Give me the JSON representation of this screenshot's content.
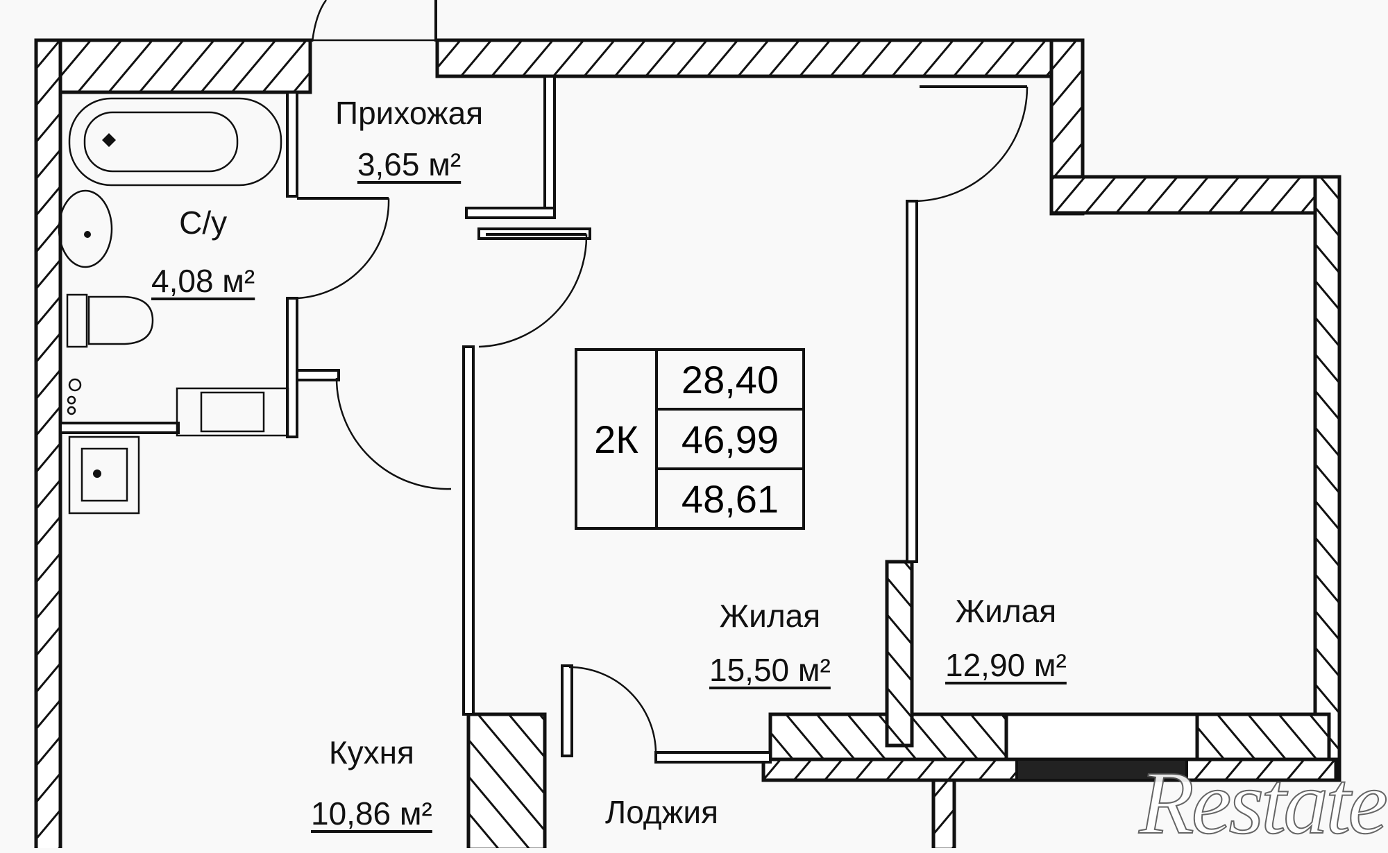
{
  "plan": {
    "apartment_type": "2К",
    "areas_summary": [
      "28,40",
      "46,99",
      "48,61"
    ],
    "rooms": [
      {
        "name": "Прихожая",
        "area": "3,65 м²"
      },
      {
        "name": "С/у",
        "area": "4,08 м²"
      },
      {
        "name": "Жилая",
        "area": "15,50 м²"
      },
      {
        "name": "Жилая",
        "area": "12,90 м²"
      },
      {
        "name": "Кухня",
        "area": "10,86 м²"
      },
      {
        "name": "Лоджия",
        "area": ""
      }
    ]
  },
  "watermark": "Restate",
  "colors": {
    "background": "#f9f9f9",
    "lines": "#111111"
  }
}
